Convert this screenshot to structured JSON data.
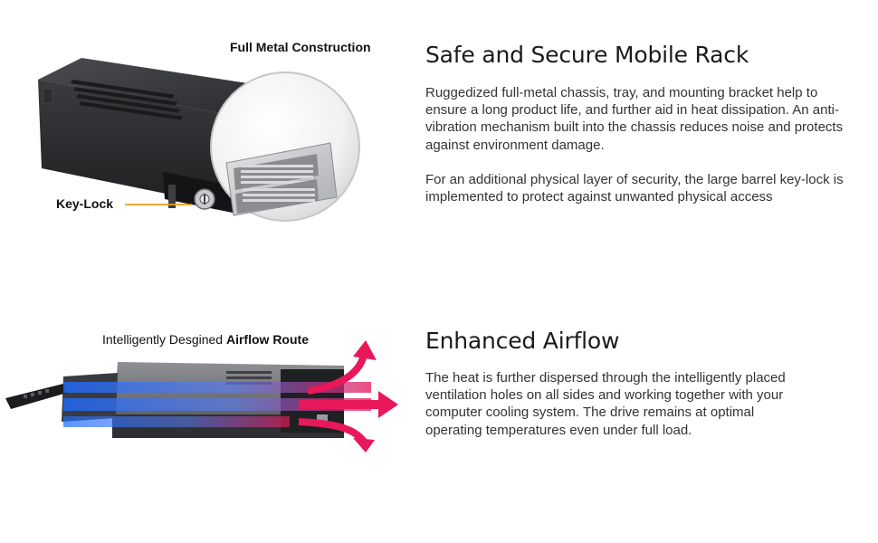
{
  "section1": {
    "title": "Safe and Secure Mobile Rack",
    "paragraph1": "Ruggedized full-metal chassis, tray, and mounting bracket help to ensure a long product life, and further aid in heat dissipation. An anti-vibration mechanism built into the chassis reduces noise and protects against environment damage.",
    "paragraph2": "For an additional physical layer of security, the large barrel key-lock is implemented to protect against unwanted physical access",
    "callout_construction": "Full Metal Construction",
    "callout_keylock": "Key-Lock",
    "accent_color": "#f39a1e"
  },
  "section2": {
    "title": "Enhanced Airflow",
    "paragraph": "The heat is further dispersed through the intelligently placed ventilation holes on all sides and working together with your computer cooling system. The drive remains at optimal operating temperatures even under full load.",
    "callout_prefix": "Intelligently Desgined",
    "callout_bold": "Airflow Route",
    "arrow_color": "#e8185a",
    "flow_color": "#2f7bff"
  }
}
